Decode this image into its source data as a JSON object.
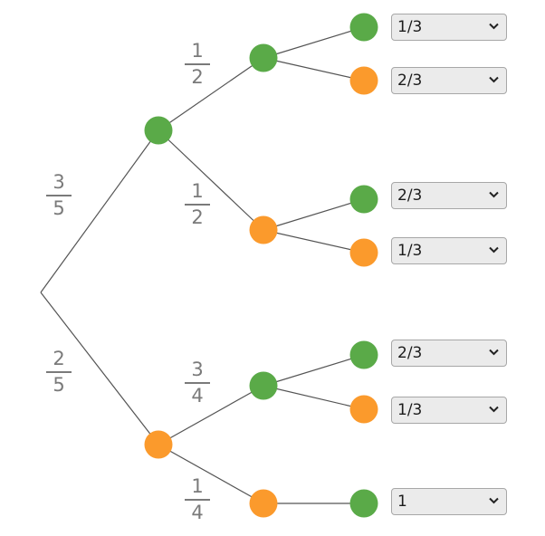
{
  "colors": {
    "success": "#5aaa48",
    "failure": "#fb9a2c",
    "line": "#545454",
    "label": "#7a7a7a"
  },
  "tree": {
    "first_level": [
      {
        "name": "success",
        "probability": {
          "numerator": "3",
          "denominator": "5"
        }
      },
      {
        "name": "failure",
        "probability": {
          "numerator": "2",
          "denominator": "5"
        }
      }
    ],
    "second_level": [
      {
        "parent": "success",
        "name": "success",
        "probability": {
          "numerator": "1",
          "denominator": "2"
        }
      },
      {
        "parent": "success",
        "name": "failure",
        "probability": {
          "numerator": "1",
          "denominator": "2"
        }
      },
      {
        "parent": "failure",
        "name": "success",
        "probability": {
          "numerator": "3",
          "denominator": "4"
        }
      },
      {
        "parent": "failure",
        "name": "failure",
        "probability": {
          "numerator": "1",
          "denominator": "4"
        }
      }
    ],
    "third_level_selects": [
      {
        "node": "success",
        "selected": "1/3"
      },
      {
        "node": "failure",
        "selected": "2/3"
      },
      {
        "node": "success",
        "selected": "2/3"
      },
      {
        "node": "failure",
        "selected": "1/3"
      },
      {
        "node": "success",
        "selected": "2/3"
      },
      {
        "node": "failure",
        "selected": "1/3"
      },
      {
        "node": "success",
        "selected": "1"
      }
    ]
  }
}
